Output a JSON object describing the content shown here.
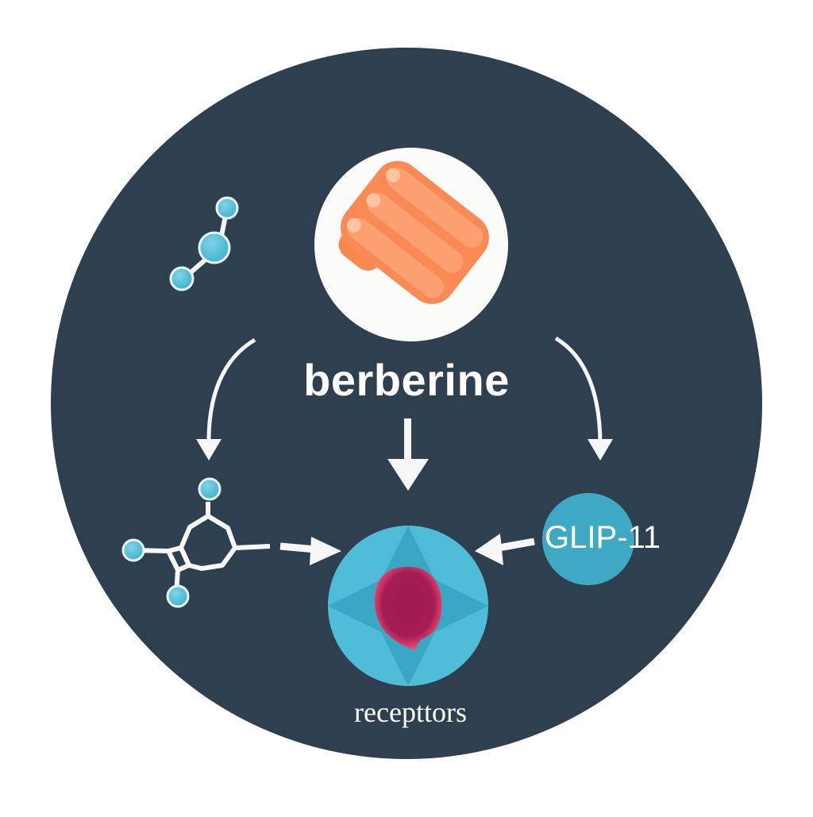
{
  "diagram": {
    "title": "berberine",
    "nodes": {
      "top_icon": "berberine-supplement-icon",
      "left_small_molecule": "molecule-chain-icon",
      "left_molecule": "ring-molecule-icon",
      "center": {
        "label": "recepttors",
        "icon": "receptor-cell-icon"
      },
      "right": {
        "label": "GLIP-11",
        "icon": "glp-circle-icon"
      }
    },
    "arrows": [
      "berberine-to-left-molecule",
      "berberine-to-receptors",
      "berberine-to-right",
      "left-molecule-to-receptors",
      "glp-to-receptors"
    ],
    "colors": {
      "background": "#ffffff",
      "disc": "#2e3f4f",
      "accent_teal": "#49b8d3",
      "accent_orange": "#fb8a55",
      "receptor_core": "#a0194f",
      "receptor_glow": "#f0577e",
      "text": "#ffffff"
    }
  }
}
